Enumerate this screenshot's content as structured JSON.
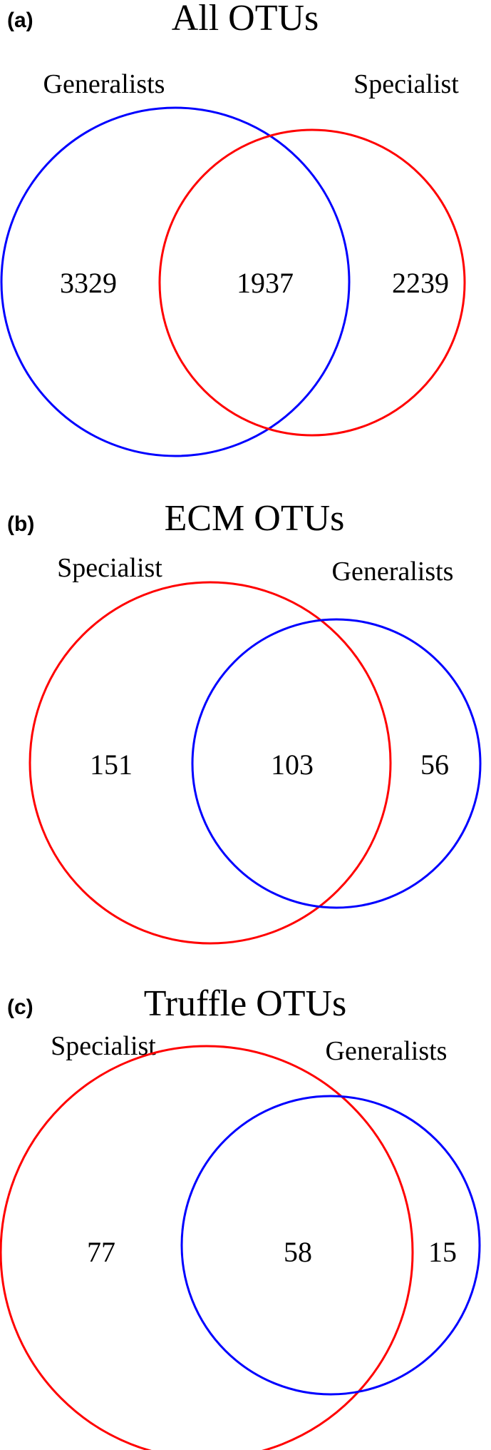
{
  "panels": [
    {
      "letter": "(a)",
      "title": "All OTUs",
      "sets": [
        {
          "label": "Generalists",
          "color": "#0000ff"
        },
        {
          "label": "Specialist",
          "color": "#ff0000"
        }
      ],
      "counts": {
        "left_only": "3329",
        "overlap": "1937",
        "right_only": "2239"
      }
    },
    {
      "letter": "(b)",
      "title": "ECM OTUs",
      "sets": [
        {
          "label": "Specialist",
          "color": "#ff0000"
        },
        {
          "label": "Generalists",
          "color": "#0000ff"
        }
      ],
      "counts": {
        "left_only": "151",
        "overlap": "103",
        "right_only": "56"
      }
    },
    {
      "letter": "(c)",
      "title": "Truffle OTUs",
      "sets": [
        {
          "label": "Specialist",
          "color": "#ff0000"
        },
        {
          "label": "Generalists",
          "color": "#0000ff"
        }
      ],
      "counts": {
        "left_only": "77",
        "overlap": "58",
        "right_only": "15"
      }
    }
  ]
}
